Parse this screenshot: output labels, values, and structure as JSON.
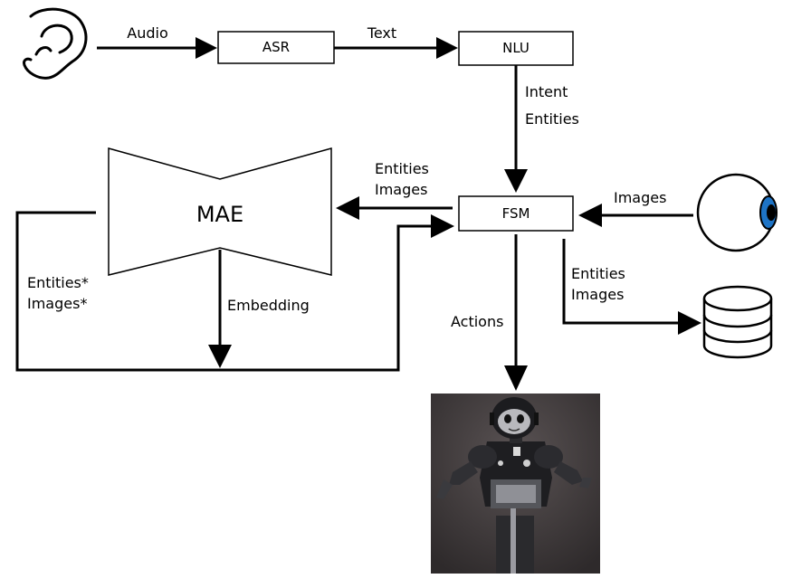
{
  "nodes": {
    "asr": "ASR",
    "nlu": "NLU",
    "fsm": "FSM",
    "mae": "MAE"
  },
  "edges": {
    "audio": "Audio",
    "text": "Text",
    "intent": "Intent",
    "entities_nlu": "Entities",
    "images_eye": "Images",
    "entities_to_mae": "Entities",
    "images_to_mae": "Images",
    "entities_star": "Entities*",
    "images_star": "Images*",
    "embedding": "Embedding",
    "actions": "Actions",
    "entities_db": "Entities",
    "images_db": "Images"
  },
  "icons": {
    "ear": "ear-icon",
    "eye": "eye-icon",
    "database": "database-icon",
    "robot": "robot-photo"
  },
  "colors": {
    "line": "#000000",
    "eye_iris": "#1e74c6",
    "photo_background": "#3a3536"
  }
}
